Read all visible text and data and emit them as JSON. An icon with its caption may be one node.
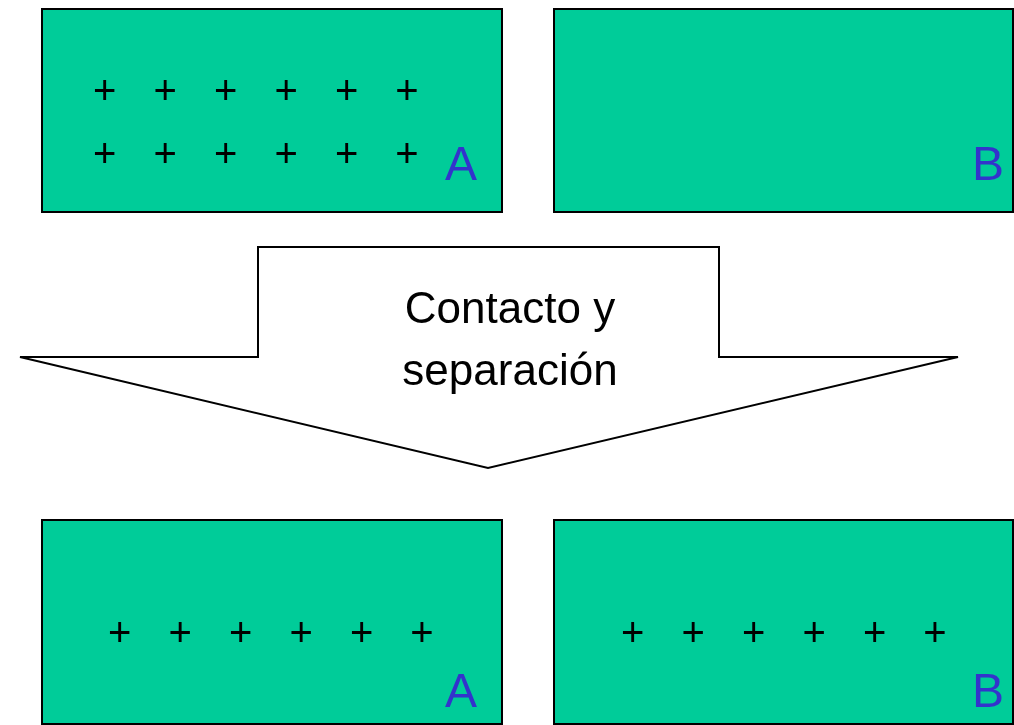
{
  "diagram": {
    "nodes": [
      {
        "text": [
          "+ + + + + +",
          "+ + + + + +",
          "A"
        ]
      },
      {
        "text": [
          "B"
        ]
      },
      {
        "text": [
          "Contacto y separación"
        ]
      },
      {
        "text": [
          "+ + + + + +",
          "A"
        ]
      },
      {
        "text": [
          "+ + + + + +",
          "B"
        ]
      }
    ]
  }
}
